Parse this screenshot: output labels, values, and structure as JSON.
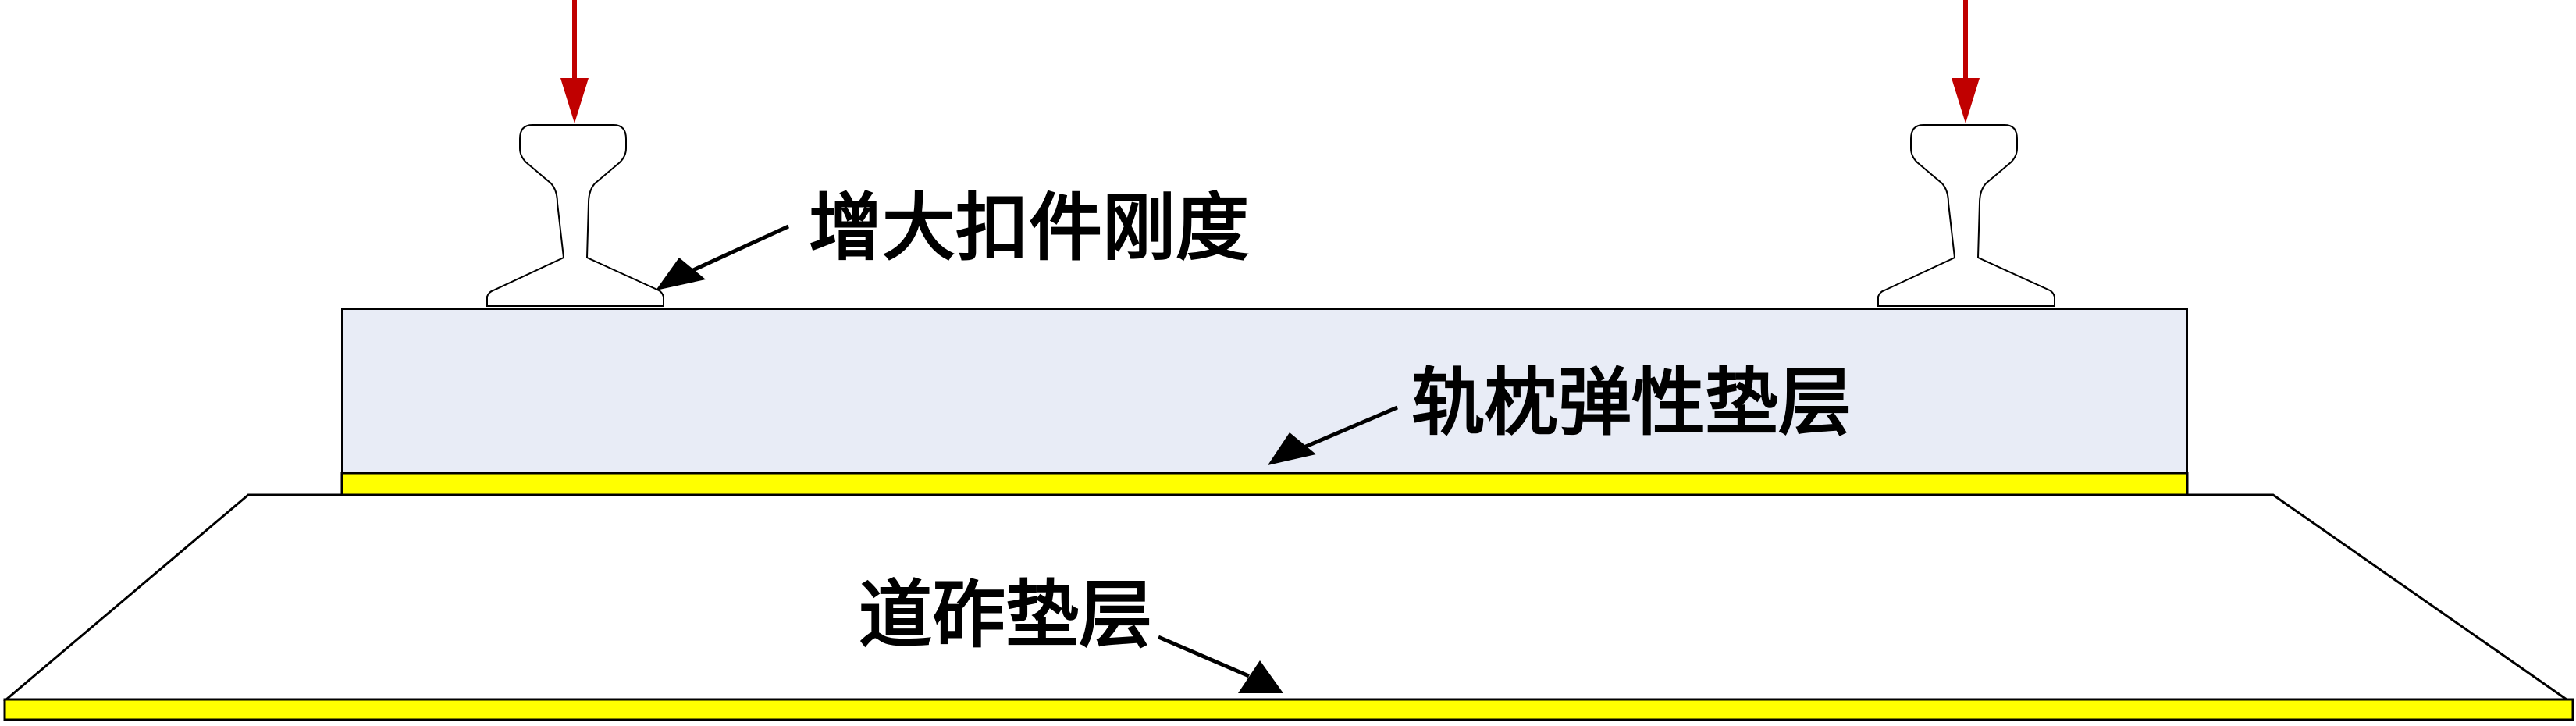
{
  "labels": {
    "fastener": "增大扣件刚度",
    "sleeper_pad": "轨枕弹性垫层",
    "ballast_pad": "道砟垫层"
  },
  "colors": {
    "load_arrow": "#c00000",
    "pad": "#ffff00",
    "sleeper_fill": "#e8ecf6",
    "outline": "#000000",
    "leader": "#000000"
  },
  "icons": {
    "rail": "rail-profile-icon",
    "load": "arrow-down-icon"
  }
}
